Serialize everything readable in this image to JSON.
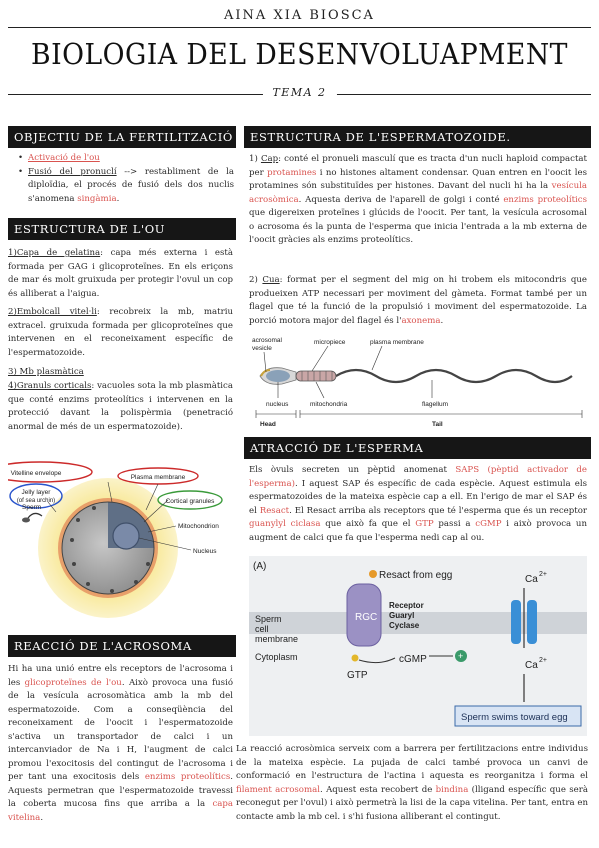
{
  "header": {
    "author": "AINA XIA BIOSCA",
    "title": "BIOLOGIA DEL DESENVOLUAPMENT",
    "tema": "TEMA 2"
  },
  "left": {
    "obj": {
      "heading": "OBJECTIU DE LA FERTILITZACIÓ",
      "b1": "Activació de l'ou",
      "b2_u": "Fusió del pronuclí",
      "b2_t": " --> restabliment de la diploïdia, el procés de fusió dels dos nuclis s'anomena ",
      "b2_r": "singàmia",
      "b2_end": "."
    },
    "ou": {
      "heading": "ESTRUCTURA DE L'OU",
      "p1_u": "1)Capa de gelatina",
      "p1_t": ": capa més externa i està formada per GAG i glicoproteïnes. En els eriçons de mar és molt gruixuda per protegir l'ovul un cop és alliberat a l'aigua.",
      "p2_u": "2)Embolcall vitel·li",
      "p2_t": ": recobreix la mb, matriu extracel. gruixuda formada per glicoproteïnes que intervenen en el reconeixament específic de l'espermatozoide.",
      "p3_u": "3) Mb plasmàtica",
      "p4_u": "4)Granuls corticals",
      "p4_t": ": vacuoles sota la mb plasmàtica que conté enzims proteolítics i intervenen en la protecció davant la polispèrmia (penetració anormal de més de un espermatozoide)."
    },
    "egg_fig": {
      "l1": "Vitelline envelope",
      "l2": "Plasma membrane",
      "l3": "Jelly layer",
      "l3b": "(of sea urchin)",
      "l4": "Cortical granules",
      "l5": "Sperm",
      "l6": "Mitochondrion",
      "l7": "Nucleus"
    },
    "acro": {
      "heading": "REACCIÓ DE L'ACROSOMA",
      "t1": "Hi ha una unió entre els receptors de l'acrosoma i les ",
      "r1": "glicoproteïnes de l'ou",
      "t2": ". Això provoca una fusió de la vesícula acrosomàtica amb la mb del espermatozoide. Com a conseqüència del reconeixament de l'oocit i l'espermatozoide s'activa un transportador de calci i un intercanviador de Na i H, l'augment de calci promou l'exocitosis del contingut de l'acrosoma i per tant una exocitosis dels ",
      "r2": "enzims proteolítics",
      "t3": ". Aquests permetran que l'espermatozoide travessi la coberta mucosa fins que arriba a la ",
      "r3": "capa vitelina",
      "t4": "."
    }
  },
  "right": {
    "esp": {
      "heading": "ESTRUCTURA DE L'ESPERMATOZOIDE.",
      "p1_u": "Cap",
      "p1_a": "1) ",
      "p1_t1": ": conté el pronueli masculí que es tracta d'un nucli haploid compactat per ",
      "p1_r1": "protamines",
      "p1_t2": " i no histones altament condensar. Quan entren en l'oocit les protamines són substituïdes per histones. Davant del nucli hi ha la ",
      "p1_r2": "vesícula acrosòmica",
      "p1_t3": ". Aquesta deriva de l'aparell de golgi i conté ",
      "p1_r3": "enzims proteolítics",
      "p1_t4": " que digereixen proteïnes i glúcids de l'oocit. Per tant, la vesícula acrosomal o acrosoma és la punta de l'esperma que inicia l'entrada a la mb externa de l'oocit gràcies als enzims proteolítics.",
      "p2_a": "2) ",
      "p2_u": "Cua",
      "p2_t1": ": format per el segment del mig on hi trobem els mitocondris que produeixen ATP necessari per moviment del gàmeta. Format també per un flagel que té la funció de la propulsió i moviment del espermatozoide. La porció motora major del flagel és l'",
      "p2_r": "axonema",
      "p2_t2": "."
    },
    "sperm_fig": {
      "acro": "acrosomal",
      "vesicle": "vesicle",
      "micro": "micropiece",
      "pm": "plasma membrane",
      "nucleus": "nucleus",
      "mito": "mitochondria",
      "flag": "flagellum",
      "head": "Head",
      "tail": "Tail"
    },
    "atr": {
      "heading": "ATRACCIÓ DE L'ESPERMA",
      "t1": "Els òvuls secreten un pèptid anomenat ",
      "r1": "SAPS (pèptid activador de l'esperma)",
      "t2": ". I aquest SAP és específic de cada espècie. Aquest estimula els espermatozoides de la mateixa espècie cap a ell. En l'erigo de mar el SAP és el ",
      "r2": "Resact",
      "t3": ". El Resact arriba als receptors que té l'esperma que és un receptor ",
      "r3": "guanylyl ciclasa",
      "t4": " que això fa que el ",
      "r4": "GTP",
      "t5": " passi a ",
      "r5": "cGMP",
      "t6": " i això provoca un augment de calci que fa que l'esperma nedi cap al ou."
    },
    "rgc_fig": {
      "panel": "(A)",
      "resact": "Resact from egg",
      "ca_top": "Ca",
      "ca_bot": "Ca",
      "sup": "2+",
      "sperm": "Sperm",
      "cell": "cell",
      "membrane": "membrane",
      "cyto": "Cytoplasm",
      "rgc": "RGC",
      "receptor": "Receptor",
      "guanylyl": "Guaryl",
      "cyclase": "Cyclase",
      "gtp": "GTP",
      "cgmp": "cGMP",
      "swim": "Sperm swims toward egg"
    },
    "final": {
      "t1": "La reacció acrosòmica serveix com a barrera per fertilitzacions entre individus de la mateixa espècie. La pujada de calci també provoca un canvi de conformació en l'estructura de l'actina i aquesta es reorganitza i forma el ",
      "r1": "filament acrosomal",
      "t2": ". Aquest esta recobert de ",
      "r2": "bindina",
      "t3": " (lligand específic que serà reconegut per l'ovul) i això permetrà la lisi de la capa vitelina. Per tant, entra en contacte amb la mb cel. i s'hi fusiona alliberant el contingut."
    }
  }
}
